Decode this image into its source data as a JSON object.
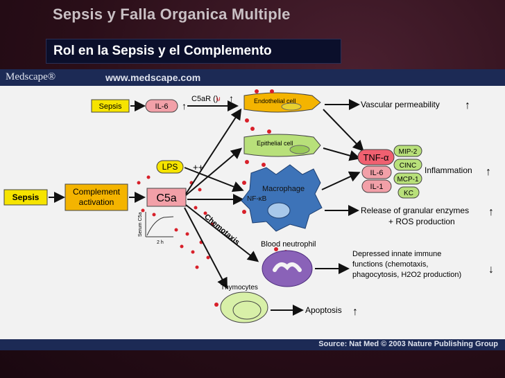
{
  "slide": {
    "title": "Sepsis y Falla Organica Multiple",
    "subtitle": "Rol en la Sepsis y el Complemento"
  },
  "header": {
    "logo": "Medscape®",
    "url": "www.medscape.com"
  },
  "footer": {
    "source": "Source: Nat Med © 2003 Nature Publishing Group"
  },
  "diagram": {
    "sepsis_top": "Sepsis",
    "il6": "IL-6",
    "c5ar": "C5aR (",
    "c5ar_end": ")",
    "endothelial": "Endothelial cell",
    "epithelial": "Epithelial cell",
    "vascular": "Vascular permeability",
    "lps": "LPS",
    "plusplus": "++",
    "sepsis_left": "Sepsis",
    "complement_1": "Complement",
    "complement_2": "activation",
    "c5a": "C5a",
    "serum_c5a": "Serum C5a",
    "two_h": "2 h",
    "macrophage": "Macrophage",
    "nfkb": "NF-κB",
    "tnf": "TNF-α",
    "il6_b": "IL-6",
    "il1": "IL-1",
    "mip2": "MIP-2",
    "cinc": "CINC",
    "mcp1": "MCP-1",
    "kc": "KC",
    "inflammation": "Inflammation",
    "granular_1": "Release of granular enzymes",
    "granular_2": "+ ROS production",
    "chemotaxis": "Chemotaxis",
    "neutrophil": "Blood neutrophil",
    "depressed_1": "Depressed innate immune",
    "depressed_2": "functions (chemotaxis,",
    "depressed_3": "phagocytosis, H2O2 production)",
    "thymocytes": "Thymocytes",
    "apoptosis": "Apoptosis"
  },
  "colors": {
    "yellow_box": "#f6e400",
    "orange_box": "#f4b400",
    "green_cell": "#b8e07a",
    "blue_cell": "#3d73b8",
    "pink": "#f2a0a8",
    "red": "#d8202a",
    "purple": "#8a62b8"
  }
}
